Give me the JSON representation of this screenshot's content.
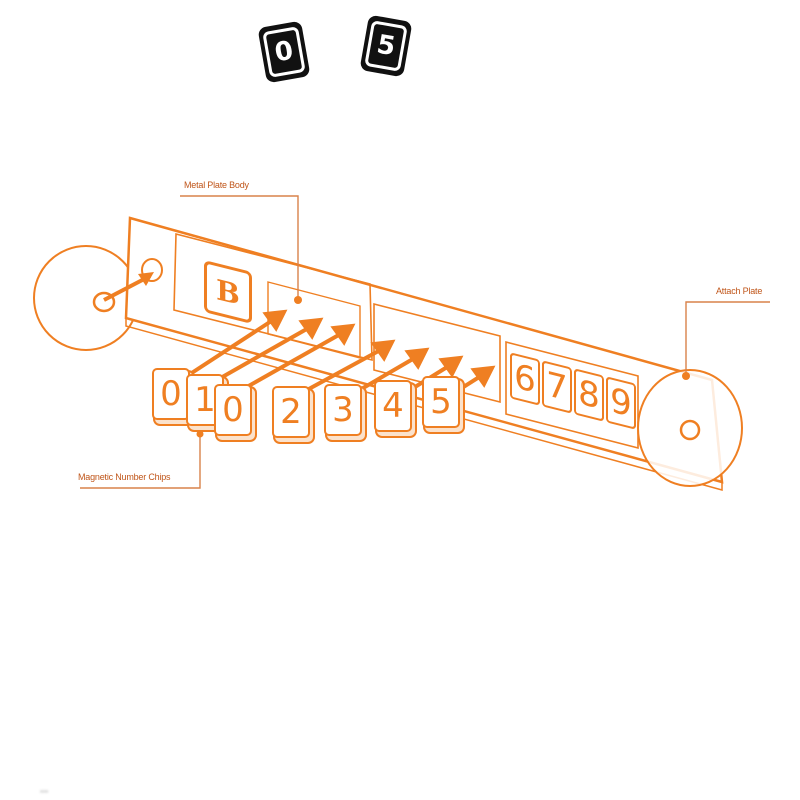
{
  "samples": [
    {
      "digit": "0"
    },
    {
      "digit": "5"
    }
  ],
  "callouts": {
    "metal_plate_body": "Metal Plate Body",
    "attach_plate": "Attach Plate",
    "magnetic_number_chips": "Magnetic Number Chips"
  },
  "logo": "B",
  "chips": [
    "0",
    "1",
    "0",
    "2",
    "3",
    "4",
    "5"
  ],
  "fixed_digits": [
    "6",
    "7",
    "8",
    "9"
  ],
  "colors": {
    "accent": "#ef7f22",
    "callout_text": "#c0561a",
    "callout_line": "#d9824a",
    "chip_black": "#111111"
  },
  "footer_text": "..."
}
